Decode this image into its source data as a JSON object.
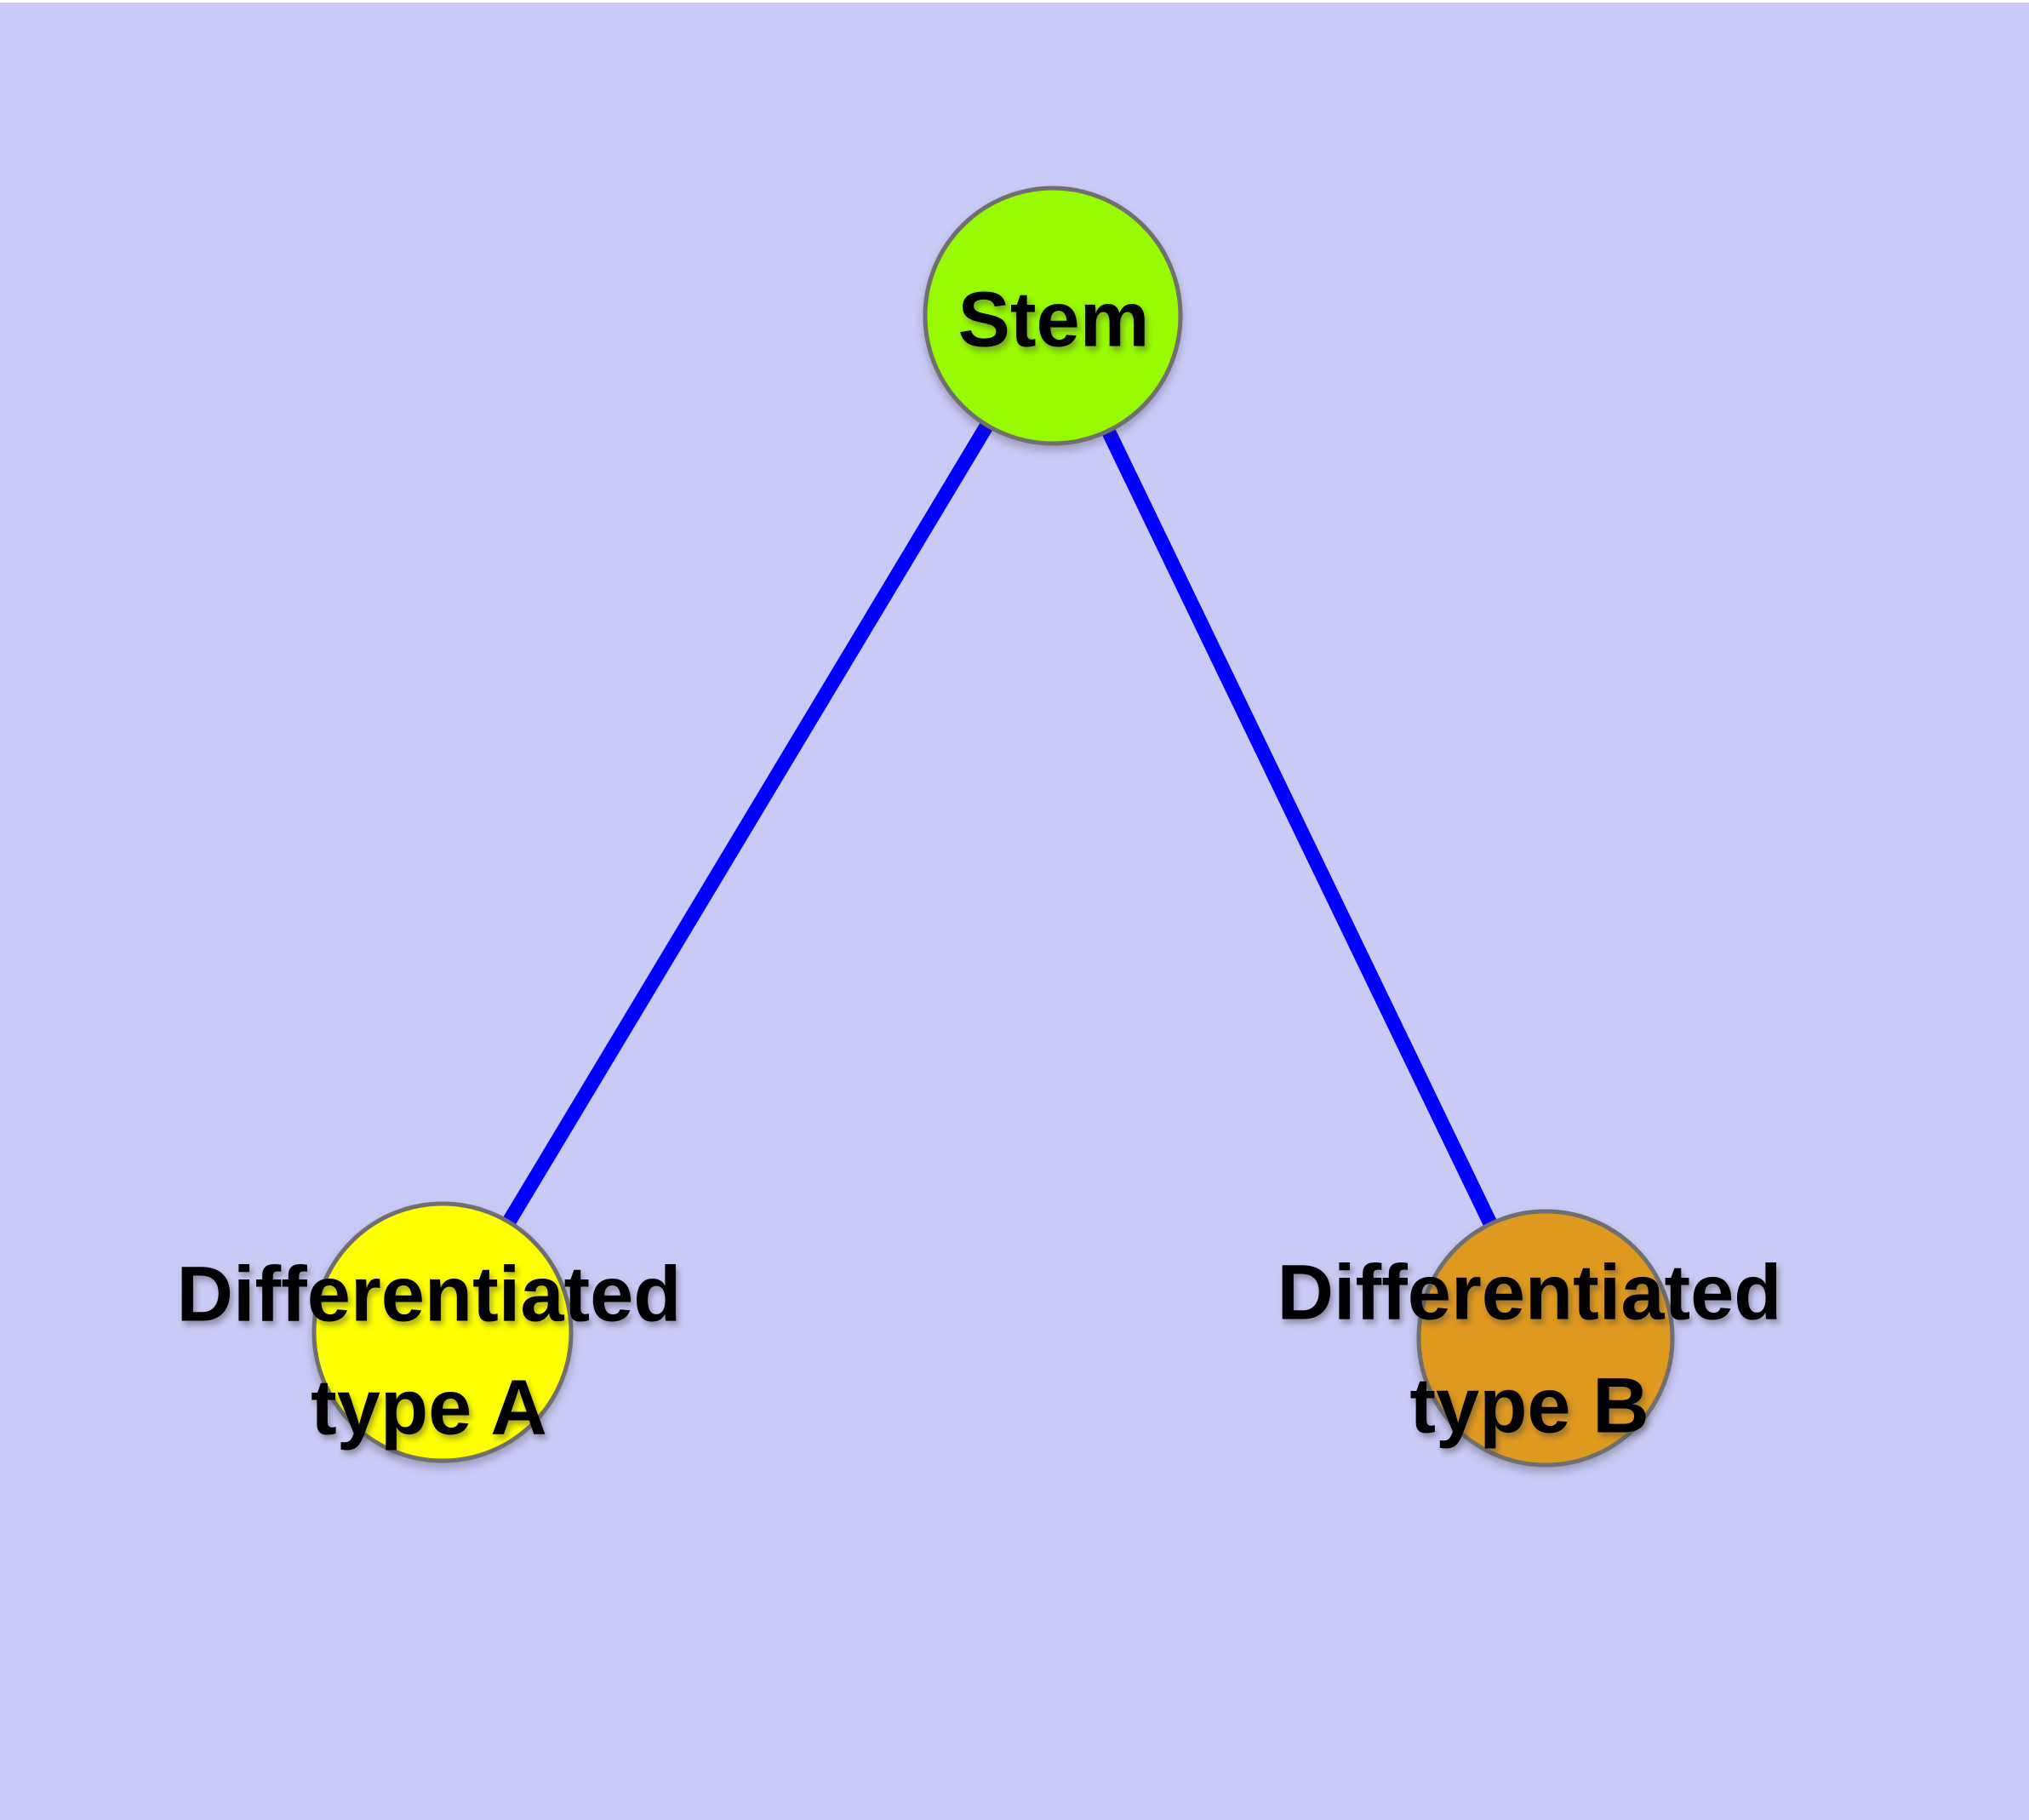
{
  "diagram": {
    "background_color": "#cacaf7",
    "top_edge_color": "#ffffff",
    "edge_color": "#0000ff",
    "node_border_color": "#6f6f6f",
    "nodes": [
      {
        "id": "stem",
        "label": "Stem",
        "fill_color": "#97fa00"
      },
      {
        "id": "differentiated-type-a",
        "label_line1": "Differentiated",
        "label_line2": "type A",
        "fill_color": "#ffff00"
      },
      {
        "id": "differentiated-type-b",
        "label_line1": "Differentiated",
        "label_line2": "type B",
        "fill_color": "#e0991f"
      }
    ],
    "edges": [
      {
        "from": "Stem",
        "to": "Differentiated type A"
      },
      {
        "from": "Stem",
        "to": "Differentiated type B"
      }
    ]
  }
}
